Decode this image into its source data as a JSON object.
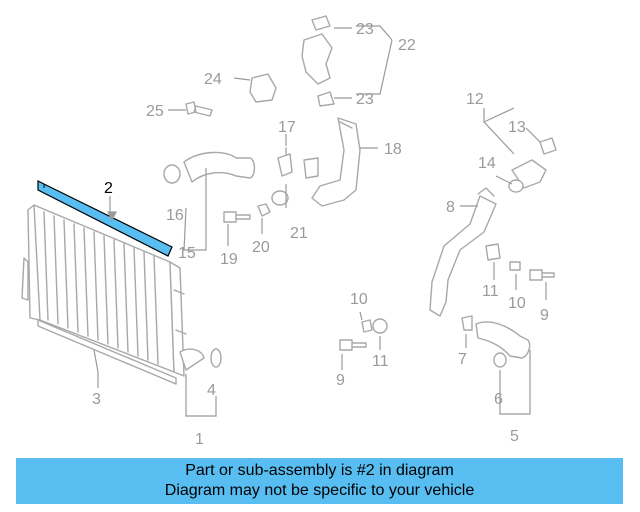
{
  "callouts": {
    "c1": "1",
    "c2": "2",
    "c3": "3",
    "c4": "4",
    "c5": "5",
    "c6": "6",
    "c7": "7",
    "c8": "8",
    "c9a": "9",
    "c9b": "9",
    "c10a": "10",
    "c10b": "10",
    "c11a": "11",
    "c11b": "11",
    "c12": "12",
    "c13": "13",
    "c14": "14",
    "c15": "15",
    "c16": "16",
    "c17": "17",
    "c18": "18",
    "c19": "19",
    "c20": "20",
    "c21": "21",
    "c22": "22",
    "c23a": "23",
    "c23b": "23",
    "c24": "24",
    "c25": "25"
  },
  "highlight_color": "#58bdf0",
  "banner": {
    "line1": "Part or sub-assembly is #2 in diagram",
    "line2": "Diagram may not be specific to your vehicle"
  }
}
